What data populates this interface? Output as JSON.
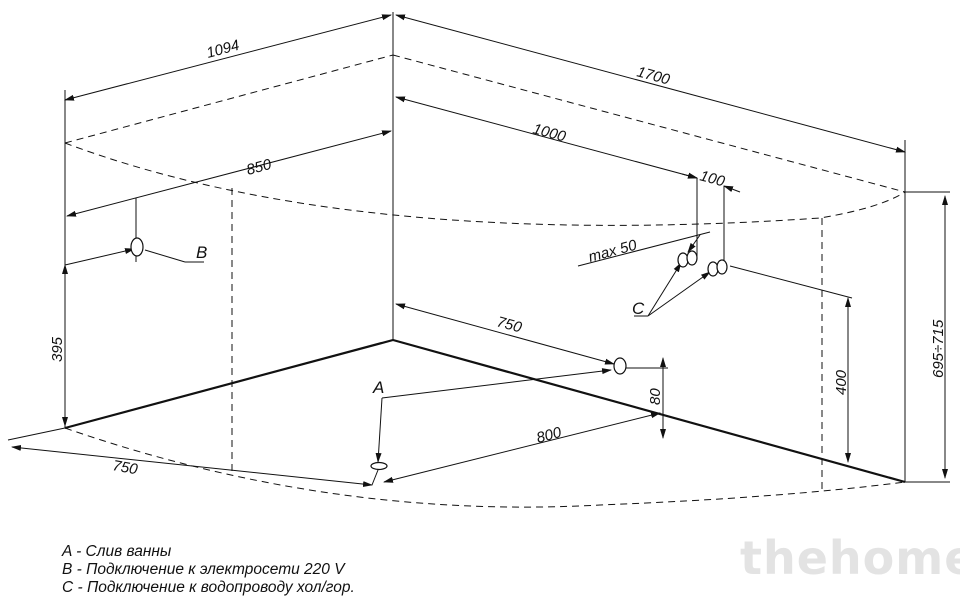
{
  "dimensions": {
    "d1094": "1094",
    "d1700": "1700",
    "d1000": "1000",
    "d850": "850",
    "d100": "100",
    "dmax50": "max 50",
    "d750_floor": "750",
    "d750_side": "750",
    "d800": "800",
    "d80": "80",
    "d395": "395",
    "d400": "400",
    "d695": "695÷715"
  },
  "labels": {
    "a": "A",
    "b": "B",
    "c": "C"
  },
  "legend": [
    "A - Слив ванны",
    "B - Подключение к электросети 220 V",
    "C - Подключение к водопроводу хол/гор."
  ],
  "watermark": "thehome",
  "colors": {
    "line": "#111111",
    "watermark": "#e3e3e3"
  }
}
